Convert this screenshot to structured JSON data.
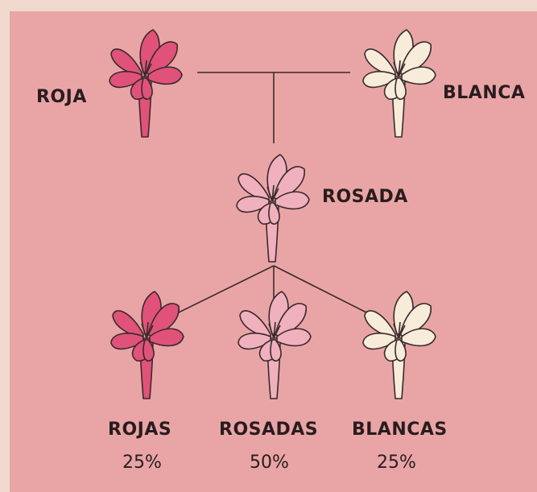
{
  "parents": {
    "left": {
      "label": "ROJA",
      "color": "red"
    },
    "right": {
      "label": "BLANCA",
      "color": "white"
    }
  },
  "f1": {
    "label": "ROSADA",
    "color": "pink"
  },
  "f2": [
    {
      "label": "ROJAS",
      "percent": "25%",
      "color": "red"
    },
    {
      "label": "ROSADAS",
      "percent": "50%",
      "color": "pink"
    },
    {
      "label": "BLANCAS",
      "percent": "25%",
      "color": "white"
    }
  ],
  "colors": {
    "background": "#e9a5a6",
    "red_petal": "#e0527a",
    "pink_petal": "#f0b0bd",
    "white_petal": "#f6ecd9",
    "stroke": "#3a2a2c"
  }
}
